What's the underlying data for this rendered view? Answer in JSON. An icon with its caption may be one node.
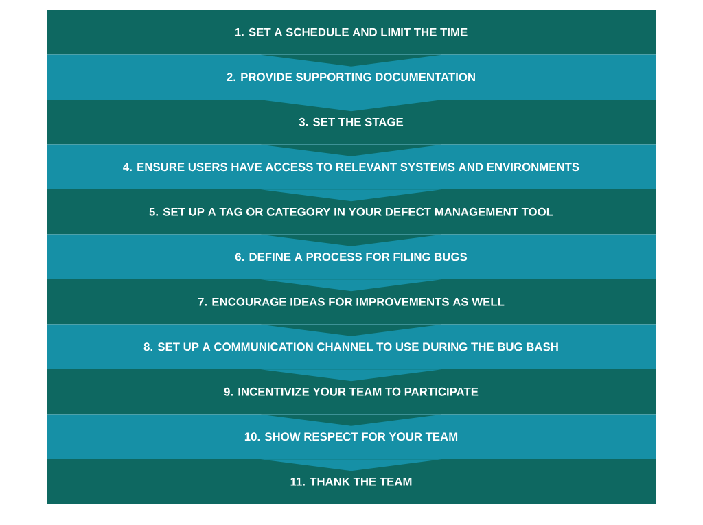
{
  "diagram": {
    "nodes": [
      {
        "text": [
          "1. SET A SCHEDULE AND LIMIT THE TIME"
        ]
      },
      {
        "text": [
          "2. PROVIDE SUPPORTING DOCUMENTATION"
        ]
      },
      {
        "text": [
          "3. SET THE STAGE"
        ]
      },
      {
        "text": [
          "4. ENSURE USERS HAVE ACCESS TO RELEVANT SYSTEMS AND ENVIRONMENTS"
        ]
      },
      {
        "text": [
          "5. SET UP A TAG OR CATEGORY IN YOUR DEFECT MANAGEMENT TOOL"
        ]
      },
      {
        "text": [
          "6. DEFINE A PROCESS FOR FILING BUGS"
        ]
      },
      {
        "text": [
          "7. ENCOURAGE IDEAS FOR IMPROVEMENTS AS WELL"
        ]
      },
      {
        "text": [
          "8. SET UP A COMMUNICATION CHANNEL TO USE DURING THE BUG BASH"
        ]
      },
      {
        "text": [
          "9. INCENTIVIZE YOUR TEAM TO PARTICIPATE"
        ]
      },
      {
        "text": [
          "10. SHOW RESPECT FOR YOUR TEAM"
        ]
      },
      {
        "text": [
          "11. THANK THE TEAM"
        ]
      }
    ],
    "edges": [
      {
        "from": 0,
        "to": 1,
        "arrow": "to"
      },
      {
        "from": 1,
        "to": 2,
        "arrow": "to"
      },
      {
        "from": 2,
        "to": 3,
        "arrow": "to"
      },
      {
        "from": 3,
        "to": 4,
        "arrow": "to"
      },
      {
        "from": 4,
        "to": 5,
        "arrow": "to"
      },
      {
        "from": 5,
        "to": 6,
        "arrow": "to"
      },
      {
        "from": 6,
        "to": 7,
        "arrow": "to"
      },
      {
        "from": 7,
        "to": 8,
        "arrow": "to"
      },
      {
        "from": 8,
        "to": 9,
        "arrow": "to"
      },
      {
        "from": 9,
        "to": 10,
        "arrow": "to"
      }
    ]
  }
}
